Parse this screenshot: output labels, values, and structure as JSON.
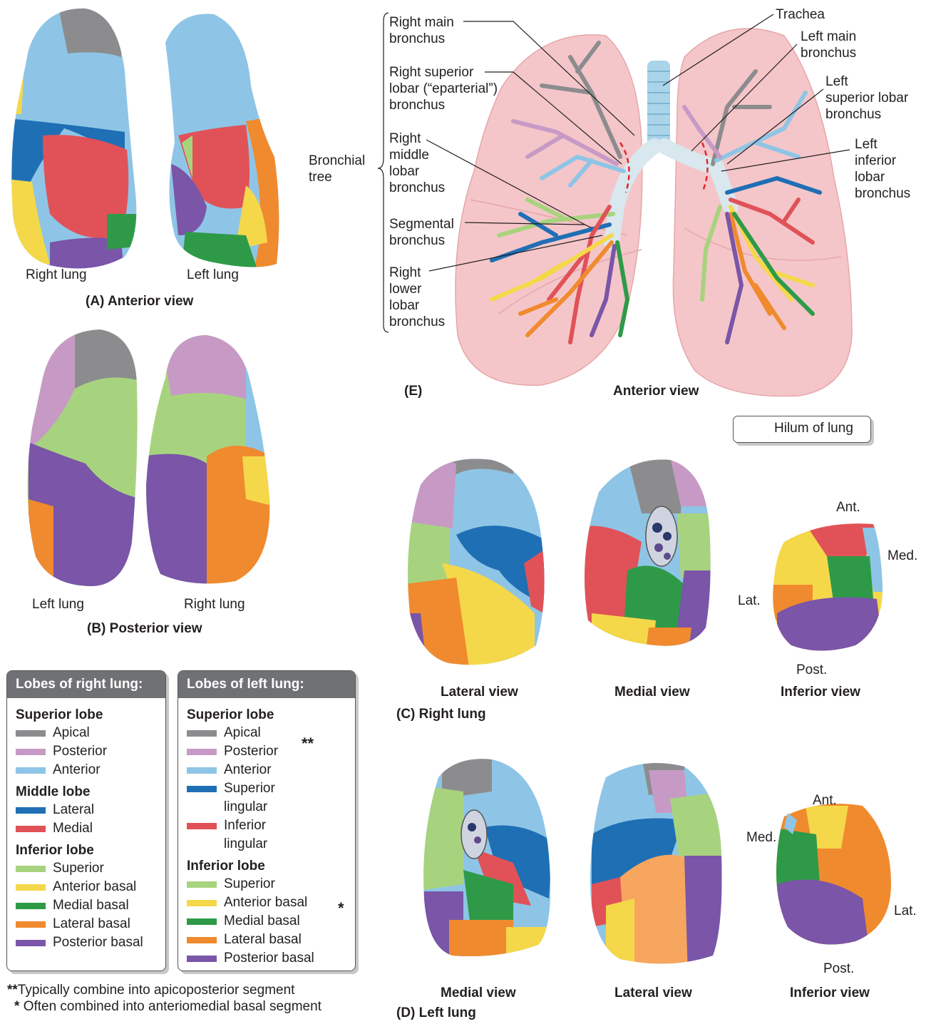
{
  "colors": {
    "apical": "#8c8c8e",
    "posterior": "#c79ac6",
    "anterior": "#8ec5e6",
    "lateral": "#1f6fb5",
    "medial": "#e05258",
    "superior_lingular": "#1f6fb5",
    "inferior_lingular": "#e05258",
    "superior": "#a8d37e",
    "anterior_basal": "#f5d84a",
    "medial_basal": "#2e9a48",
    "lateral_basal": "#f08a2e",
    "posterior_basal": "#7a55a8",
    "lung_tissue": "#f4c6c9",
    "hilum": "#e0262e",
    "trachea": "#a9d4ea"
  },
  "panelA": {
    "right_label": "Right lung",
    "left_label": "Left lung",
    "caption": "(A) Anterior view"
  },
  "panelB": {
    "left_label": "Left lung",
    "right_label": "Right lung",
    "caption": "(B) Posterior view"
  },
  "panelE": {
    "letter": "(E)",
    "caption": "Anterior view",
    "bracket_label": "Bronchial\ntree",
    "labels": {
      "right_main": "Right main\nbronchus",
      "right_superior": "Right superior\nlobar (“eparterial”)\nbronchus",
      "right_middle": "Right\nmiddle\nlobar\nbronchus",
      "segmental": "Segmental\nbronchus",
      "right_lower": "Right\nlower\nlobar\nbronchus",
      "trachea": "Trachea",
      "left_main": "Left main\nbronchus",
      "left_superior": "Left\nsuperior lobar\nbronchus",
      "left_inferior": "Left\ninferior\nlobar\nbronchus"
    },
    "hilum_legend": "Hilum of lung"
  },
  "panelC": {
    "lateral": "Lateral view",
    "medial": "Medial view",
    "inferior": "Inferior view",
    "caption": "(C) Right lung",
    "ant": "Ant.",
    "med": "Med.",
    "lat": "Lat.",
    "post": "Post."
  },
  "panelD": {
    "medial": "Medial view",
    "lateral": "Lateral view",
    "inferior": "Inferior view",
    "caption": "(D) Left lung",
    "ant": "Ant.",
    "med": "Med.",
    "lat": "Lat.",
    "post": "Post."
  },
  "legend_right": {
    "header": "Lobes of right lung:",
    "groups": [
      {
        "title": "Superior lobe",
        "items": [
          {
            "label": "Apical",
            "color": "#8c8c8e"
          },
          {
            "label": "Posterior",
            "color": "#c79ac6"
          },
          {
            "label": "Anterior",
            "color": "#8ec5e6"
          }
        ]
      },
      {
        "title": "Middle lobe",
        "items": [
          {
            "label": "Lateral",
            "color": "#1f6fb5"
          },
          {
            "label": "Medial",
            "color": "#e05258"
          }
        ]
      },
      {
        "title": "Inferior lobe",
        "items": [
          {
            "label": "Superior",
            "color": "#a8d37e"
          },
          {
            "label": "Anterior basal",
            "color": "#f5d84a"
          },
          {
            "label": "Medial basal",
            "color": "#2e9a48"
          },
          {
            "label": "Lateral basal",
            "color": "#f08a2e"
          },
          {
            "label": "Posterior basal",
            "color": "#7a55a8"
          }
        ]
      }
    ]
  },
  "legend_left": {
    "header": "Lobes of left lung:",
    "groups": [
      {
        "title": "Superior lobe",
        "items": [
          {
            "label": "Apical",
            "color": "#8c8c8e"
          },
          {
            "label": "Posterior",
            "color": "#c79ac6"
          },
          {
            "label": "Anterior",
            "color": "#8ec5e6"
          },
          {
            "label": "Superior\nlingular",
            "color": "#1f6fb5"
          },
          {
            "label": "Inferior\nlingular",
            "color": "#e05258"
          }
        ]
      },
      {
        "title": "Inferior lobe",
        "items": [
          {
            "label": "Superior",
            "color": "#a8d37e"
          },
          {
            "label": "Anterior basal",
            "color": "#f5d84a"
          },
          {
            "label": "Medial basal",
            "color": "#2e9a48"
          },
          {
            "label": "Lateral basal",
            "color": "#f08a2e"
          },
          {
            "label": "Posterior basal",
            "color": "#7a55a8"
          }
        ]
      }
    ],
    "double_star": "**",
    "single_star": "*"
  },
  "footnotes": {
    "double_star_mark": "**",
    "double_star_text": "Typically combine into apicoposterior segment",
    "single_star_mark": "*",
    "single_star_text": "Often combined into anteriomedial basal segment"
  }
}
